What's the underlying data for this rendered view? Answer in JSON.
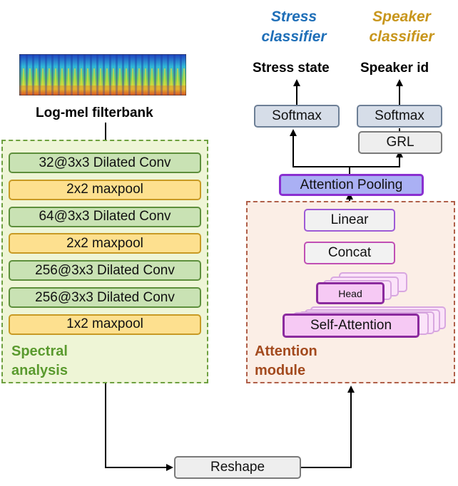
{
  "input": {
    "label": "Log-mel filterbank"
  },
  "spectral": {
    "title": "Spectral analysis",
    "layers": [
      {
        "label": "32@3x3 Dilated Conv",
        "kind": "conv"
      },
      {
        "label": "2x2 maxpool",
        "kind": "pool"
      },
      {
        "label": "64@3x3 Dilated Conv",
        "kind": "conv"
      },
      {
        "label": "2x2 maxpool",
        "kind": "pool"
      },
      {
        "label": "256@3x3 Dilated Conv",
        "kind": "conv"
      },
      {
        "label": "256@3x3 Dilated Conv",
        "kind": "conv"
      },
      {
        "label": "1x2 maxpool",
        "kind": "pool"
      }
    ]
  },
  "reshape": {
    "label": "Reshape"
  },
  "attention_module": {
    "title": "Attention module",
    "self_attention": "Self-Attention",
    "head": "Head",
    "concat": "Concat",
    "linear": "Linear"
  },
  "attention_pooling": {
    "label": "Attention Pooling"
  },
  "stress": {
    "classifier": "Stress classifier",
    "softmax": "Softmax",
    "output": "Stress state"
  },
  "speaker": {
    "classifier": "Speaker classifier",
    "grl": "GRL",
    "softmax": "Softmax",
    "output": "Speaker id"
  },
  "colors": {
    "stress_title": "#1f6fb8",
    "speaker_title": "#c8961c",
    "spectral_title": "#5a9a2e",
    "attention_title": "#a34a1e"
  }
}
